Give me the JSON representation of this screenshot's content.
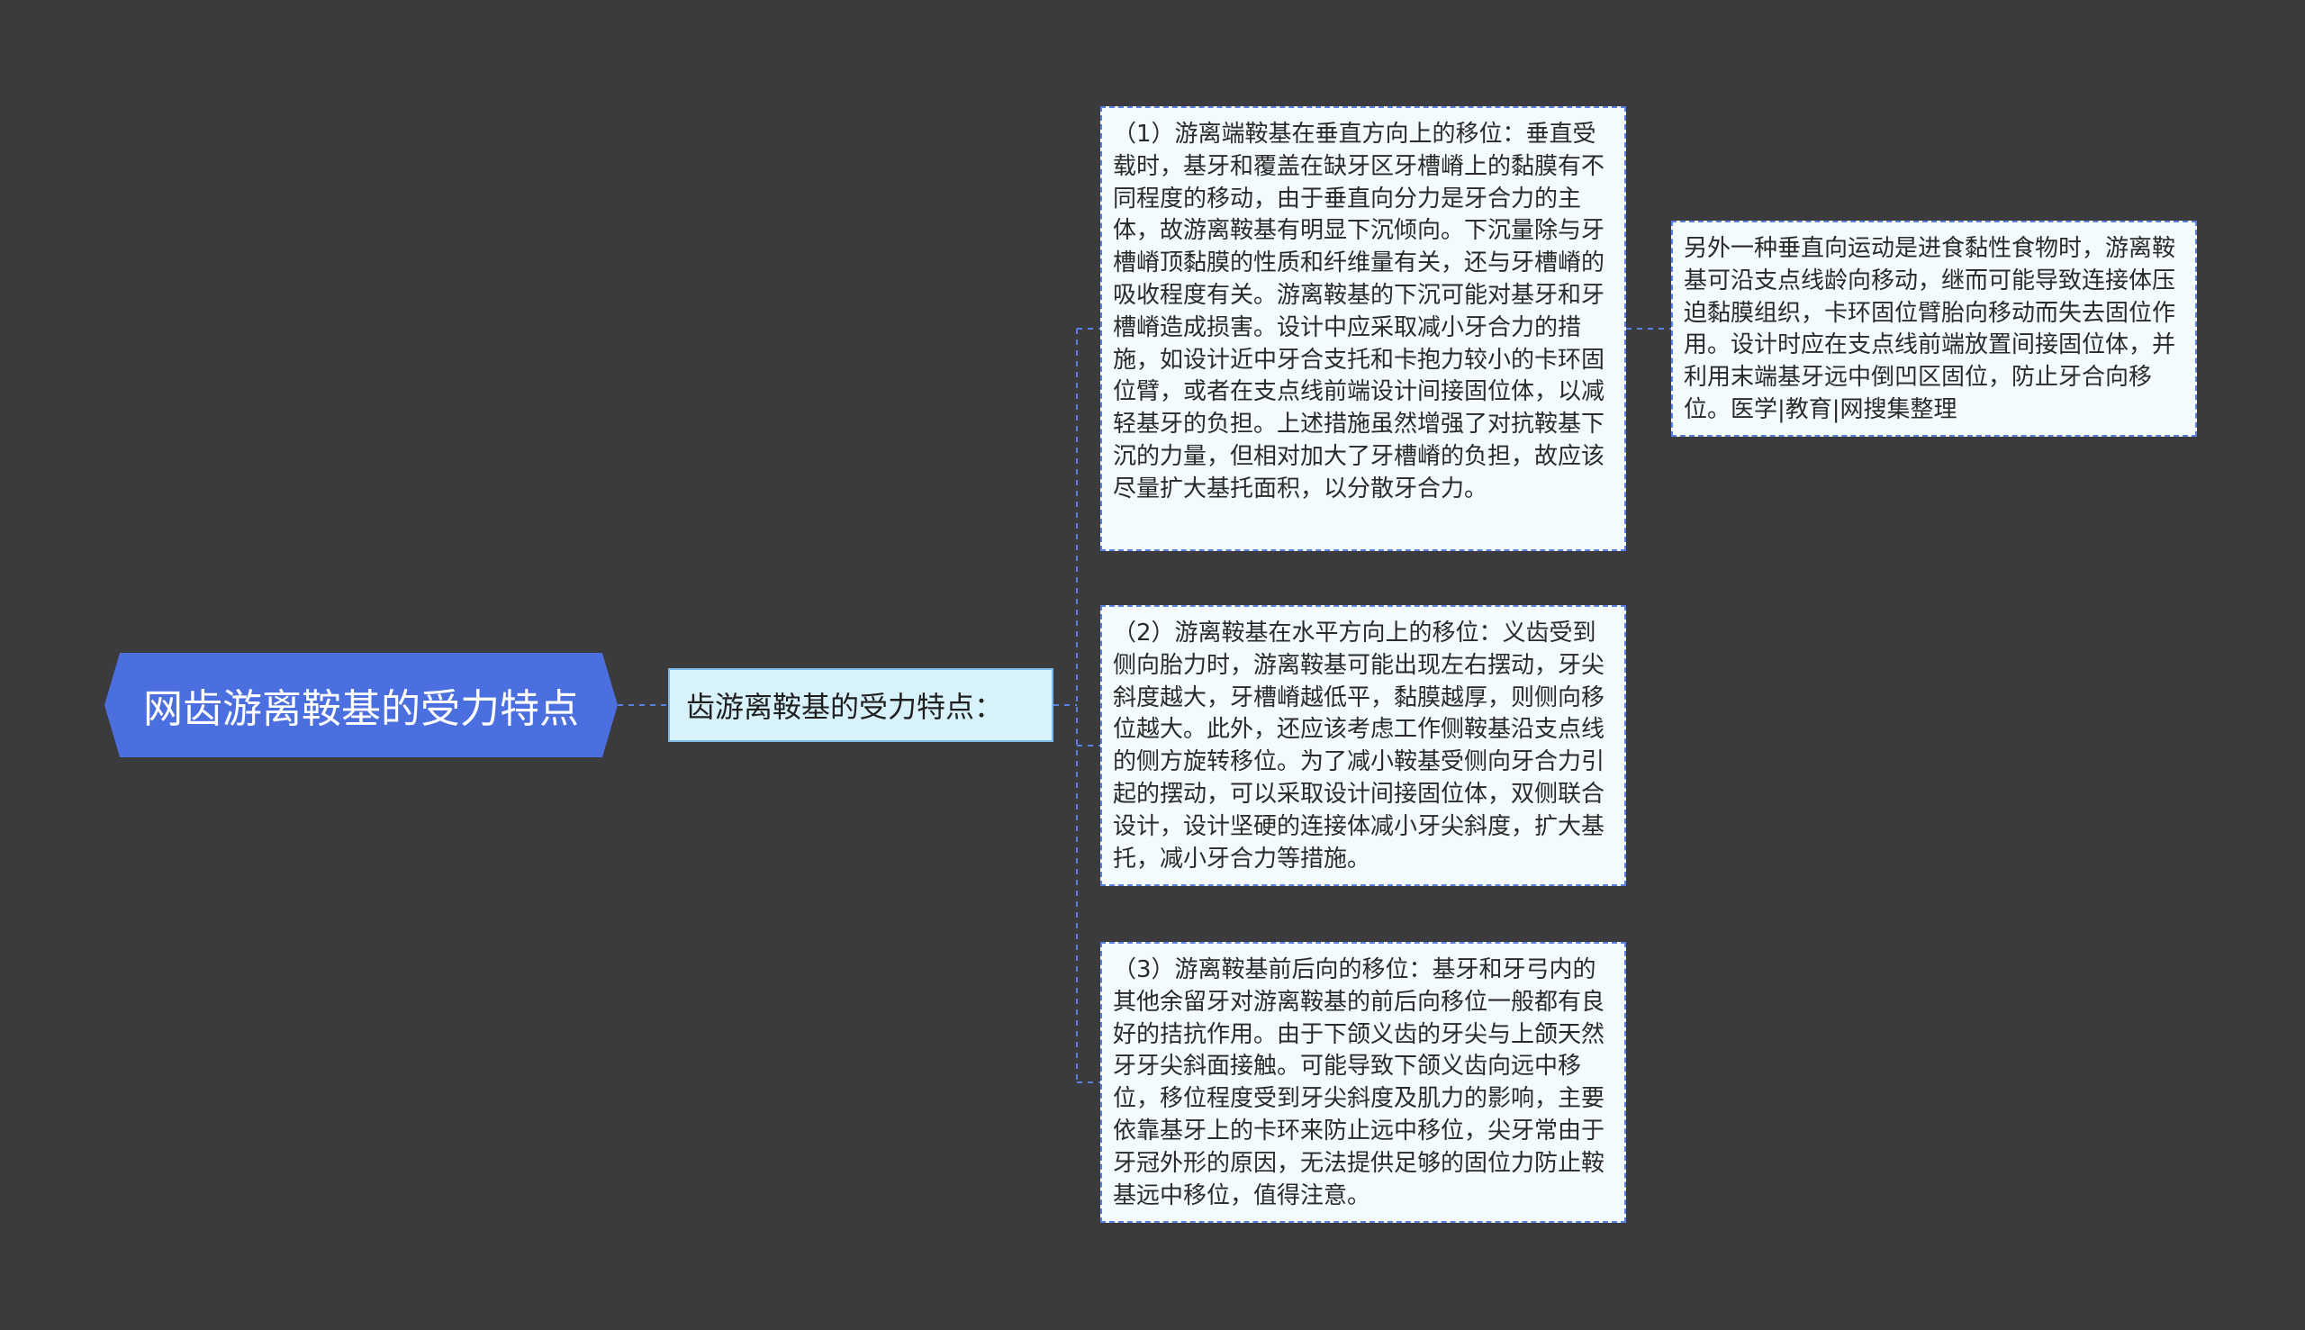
{
  "diagram": {
    "type": "mind-map",
    "root": {
      "label": "网齿游离鞍基的受力特点"
    },
    "branch": {
      "label": "齿游离鞍基的受力特点："
    },
    "leaves": [
      {
        "id": "leaf1",
        "text": "（1）游离端鞍基在垂直方向上的移位：垂直受载时，基牙和覆盖在缺牙区牙槽嵴上的黏膜有不同程度的移动，由于垂直向分力是牙合力的主体，故游离鞍基有明显下沉倾向。下沉量除与牙槽嵴顶黏膜的性质和纤维量有关，还与牙槽嵴的吸收程度有关。游离鞍基的下沉可能对基牙和牙槽嵴造成损害。设计中应采取减小牙合力的措施，如设计近中牙合支托和卡抱力较小的卡环固位臂，或者在支点线前端设计间接固位体，以减轻基牙的负担。上述措施虽然增强了对抗鞍基下沉的力量，但相对加大了牙槽嵴的负担，故应该尽量扩大基托面积，以分散牙合力。"
      },
      {
        "id": "leaf2",
        "text": "（2）游离鞍基在水平方向上的移位：义齿受到侧向胎力时，游离鞍基可能出现左右摆动，牙尖斜度越大，牙槽嵴越低平，黏膜越厚，则侧向移位越大。此外，还应该考虑工作侧鞍基沿支点线的侧方旋转移位。为了减小鞍基受侧向牙合力引起的摆动，可以采取设计间接固位体，双侧联合设计，设计坚硬的连接体减小牙尖斜度，扩大基托，减小牙合力等措施。"
      },
      {
        "id": "leaf3",
        "text": "（3）游离鞍基前后向的移位：基牙和牙弓内的其他余留牙对游离鞍基的前后向移位一般都有良好的拮抗作用。由于下颌义齿的牙尖与上颌天然牙牙尖斜面接触。可能导致下颌义齿向远中移位，移位程度受到牙尖斜度及肌力的影响，主要依靠基牙上的卡环来防止远中移位，尖牙常由于牙冠外形的原因，无法提供足够的固位力防止鞍基远中移位，值得注意。"
      },
      {
        "id": "leaf4",
        "text": "另外一种垂直向运动是进食黏性食物时，游离鞍基可沿支点线龄向移动，继而可能导致连接体压迫黏膜组织，卡环固位臂胎向移动而失去固位作用。设计时应在支点线前端放置间接固位体，并利用末端基牙远中倒凹区固位，防止牙合向移位。医学|教育|网搜集整理"
      }
    ],
    "colors": {
      "background": "#3b3a3c",
      "root_fill": "#4c6fe0",
      "branch_fill": "#d8f2fb",
      "leaf_fill": "#f3fbfd",
      "connector": "#5a7fe0"
    }
  }
}
